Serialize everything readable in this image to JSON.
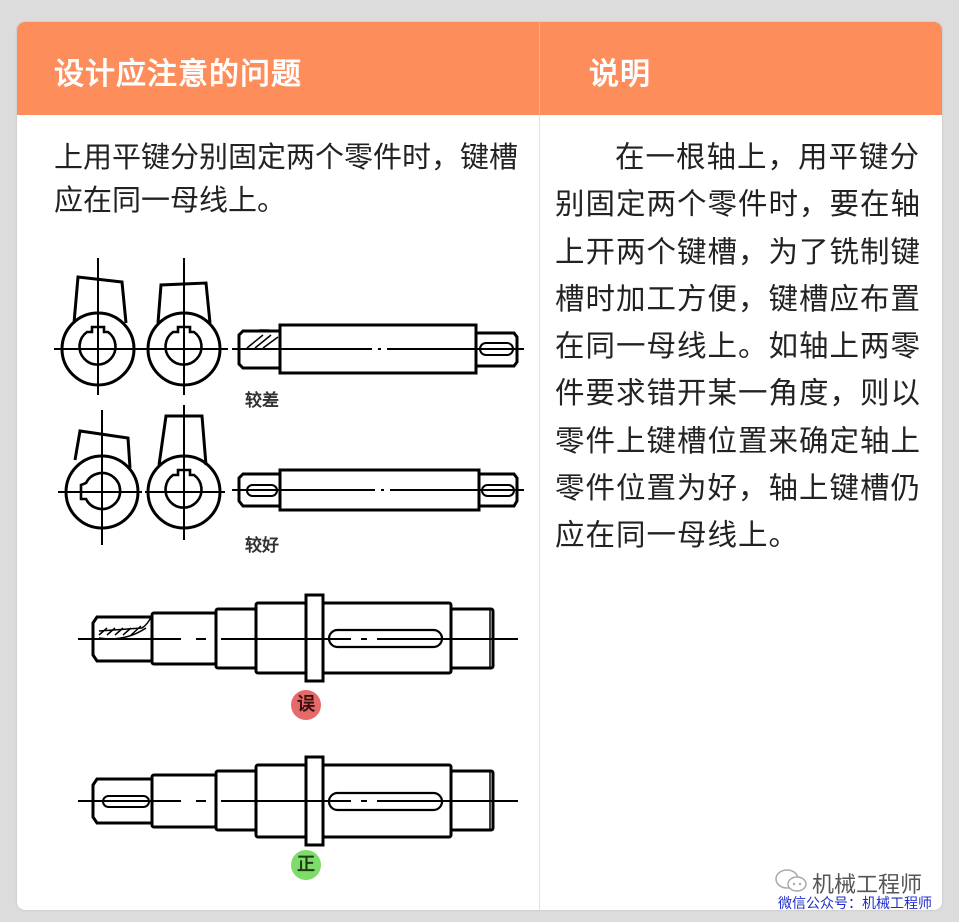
{
  "table": {
    "headers": [
      "设计应注意的问题",
      "说明"
    ],
    "header_color": "#fd8e5b",
    "issue_text": "上用平键分别固定两个零件时，键槽应在同一母线上。",
    "explanation_text": "在一根轴上，用平键分别固定两个零件时，要在轴上开两个键槽，为了铣制键槽时加工方便，键槽应布置在同一母线上。如轴上两零件要求错开某一角度，则以零件上键槽位置来确定轴上零件位置为好，轴上键槽仍应在同一母线上。"
  },
  "figures": {
    "label_worse": "较差",
    "label_better": "较好",
    "badge_wrong": {
      "text": "误",
      "color": "#e66a6a"
    },
    "badge_right": {
      "text": "正",
      "color": "#7ddc6a"
    }
  },
  "watermark": {
    "icon": "wechat-icon",
    "brand": "机械工程师",
    "account": "微信公众号：机械工程师"
  }
}
